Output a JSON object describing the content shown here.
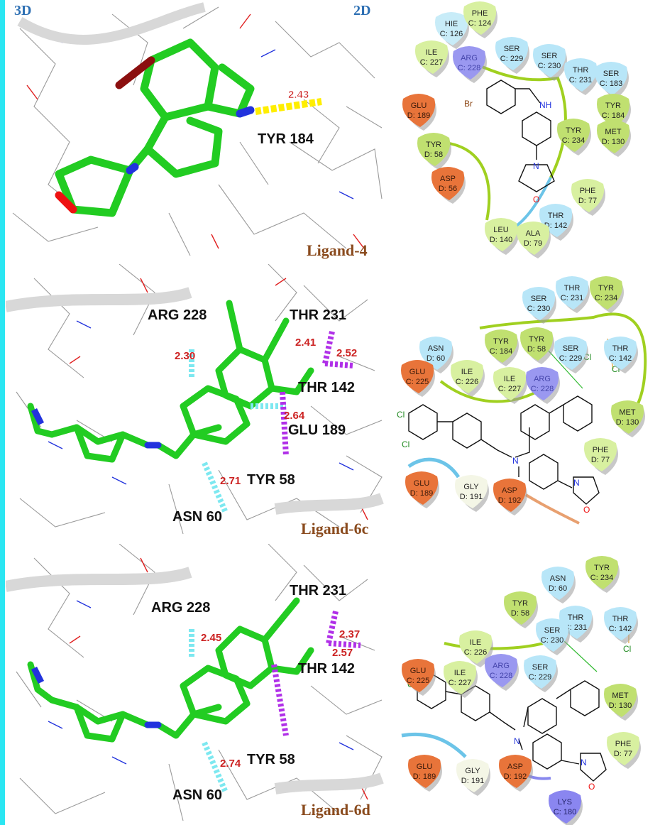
{
  "headers": {
    "d3": "3D",
    "d2": "2D"
  },
  "colors": {
    "accent": "#2be6f2",
    "carbon": "#22cc22",
    "hbond_yellow": "#ffee00",
    "hbond_cyan": "#7de8f0",
    "pi_magenta": "#b030e8",
    "distance": "#cc2222",
    "ligand_label": "#8a4b1e"
  },
  "panels": [
    {
      "ligand": "Ligand-4",
      "labels3d": [
        "TYR 184"
      ],
      "distances": [
        "2.43"
      ],
      "atoms2d": [
        "Br",
        "NH",
        "N",
        "O"
      ],
      "residues": [
        {
          "name": "HIE",
          "id": "C: 126"
        },
        {
          "name": "PHE",
          "id": "C: 124"
        },
        {
          "name": "ILE",
          "id": "C: 227"
        },
        {
          "name": "ARG",
          "id": "C: 228"
        },
        {
          "name": "SER",
          "id": "C: 229"
        },
        {
          "name": "SER",
          "id": "C: 230"
        },
        {
          "name": "THR",
          "id": "C: 231"
        },
        {
          "name": "SER",
          "id": "C: 183"
        },
        {
          "name": "TYR",
          "id": "C: 184"
        },
        {
          "name": "GLU",
          "id": "D: 189"
        },
        {
          "name": "TYR",
          "id": "D: 58"
        },
        {
          "name": "TYR",
          "id": "C: 234"
        },
        {
          "name": "MET",
          "id": "D: 130"
        },
        {
          "name": "ASP",
          "id": "D: 56"
        },
        {
          "name": "PHE",
          "id": "D: 77"
        },
        {
          "name": "THR",
          "id": "D: 142"
        },
        {
          "name": "LEU",
          "id": "D: 140"
        },
        {
          "name": "ALA",
          "id": "D: 79"
        }
      ]
    },
    {
      "ligand": "Ligand-6c",
      "labels3d": [
        "ARG 228",
        "THR 231",
        "THR 142",
        "GLU 189",
        "TYR 58",
        "ASN 60"
      ],
      "distances": [
        "2.30",
        "2.41",
        "2.52",
        "2.64",
        "2.71"
      ],
      "atoms2d": [
        "Cl",
        "Cl",
        "Cl",
        "Cl",
        "N",
        "N",
        "O"
      ],
      "residues": [
        {
          "name": "SER",
          "id": "C: 230"
        },
        {
          "name": "THR",
          "id": "C: 231"
        },
        {
          "name": "TYR",
          "id": "C: 234"
        },
        {
          "name": "ASN",
          "id": "D: 60"
        },
        {
          "name": "TYR",
          "id": "C: 184"
        },
        {
          "name": "TYR",
          "id": "D: 58"
        },
        {
          "name": "SER",
          "id": "C: 229"
        },
        {
          "name": "THR",
          "id": "C: 142"
        },
        {
          "name": "GLU",
          "id": "C: 225"
        },
        {
          "name": "ILE",
          "id": "C: 226"
        },
        {
          "name": "ILE",
          "id": "C: 227"
        },
        {
          "name": "ARG",
          "id": "C: 228"
        },
        {
          "name": "MET",
          "id": "D: 130"
        },
        {
          "name": "PHE",
          "id": "D: 77"
        },
        {
          "name": "GLU",
          "id": "D: 189"
        },
        {
          "name": "GLY",
          "id": "D: 191"
        },
        {
          "name": "ASP",
          "id": "D: 192"
        }
      ]
    },
    {
      "ligand": "Ligand-6d",
      "labels3d": [
        "THR 231",
        "ARG 228",
        "THR 142",
        "TYR 58",
        "ASN 60"
      ],
      "distances": [
        "2.45",
        "2.37",
        "2.57",
        "2.74"
      ],
      "atoms2d": [
        "Cl",
        "Cl",
        "N",
        "N",
        "O"
      ],
      "residues": [
        {
          "name": "ASN",
          "id": "D: 60"
        },
        {
          "name": "TYR",
          "id": "C: 234"
        },
        {
          "name": "TYR",
          "id": "D: 58"
        },
        {
          "name": "THR",
          "id": "C: 231"
        },
        {
          "name": "THR",
          "id": "C: 142"
        },
        {
          "name": "SER",
          "id": "C: 230"
        },
        {
          "name": "ILE",
          "id": "C: 226"
        },
        {
          "name": "GLU",
          "id": "C: 225"
        },
        {
          "name": "ARG",
          "id": "C: 228"
        },
        {
          "name": "SER",
          "id": "C: 229"
        },
        {
          "name": "ILE",
          "id": "C: 227"
        },
        {
          "name": "MET",
          "id": "D: 130"
        },
        {
          "name": "PHE",
          "id": "D: 77"
        },
        {
          "name": "GLU",
          "id": "D: 189"
        },
        {
          "name": "GLY",
          "id": "D: 191"
        },
        {
          "name": "ASP",
          "id": "D: 192"
        },
        {
          "name": "LYS",
          "id": "C: 180"
        }
      ]
    }
  ]
}
